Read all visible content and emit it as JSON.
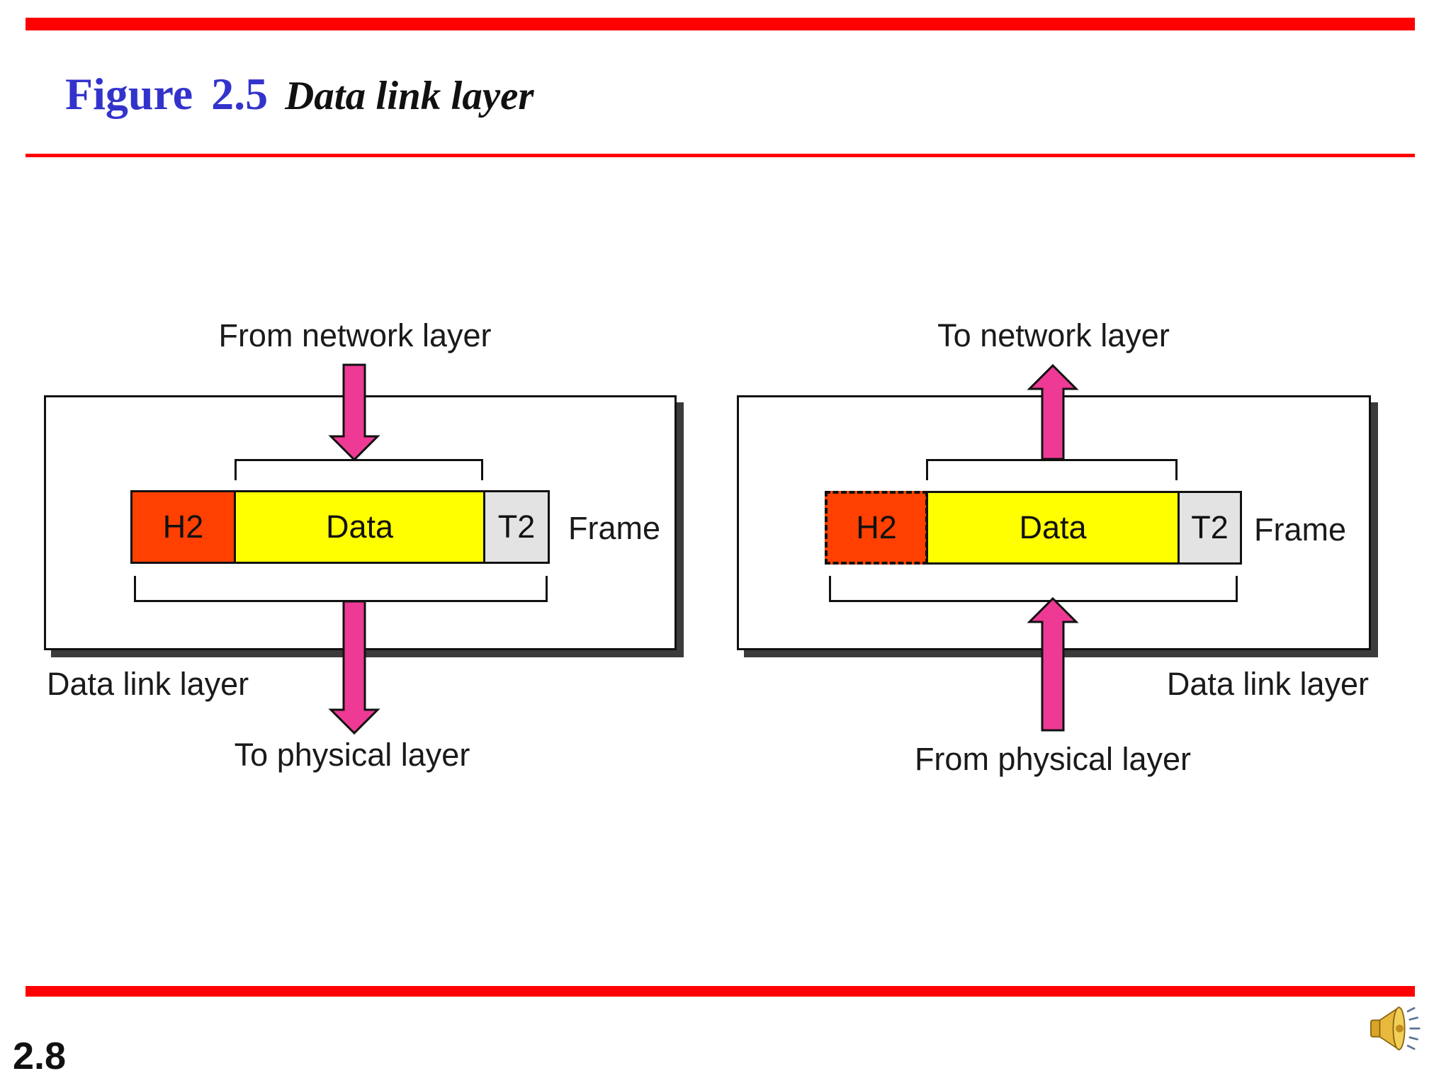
{
  "slide": {
    "figure_label": "Figure",
    "figure_number": "2.5",
    "figure_title": "Data link layer",
    "page_number": "2.8"
  },
  "colors": {
    "accent_red": "#ff0000",
    "title_blue": "#3333cc",
    "arrow_pink": "#ee3a94",
    "header_orange": "#ff4000",
    "data_yellow": "#ffff00",
    "trailer_gray": "#e3e3e3",
    "box_shadow": "#3b3b3b",
    "line_black": "#111111"
  },
  "left_diagram": {
    "top_label": "From network layer",
    "frame": {
      "segments": [
        {
          "label": "H2"
        },
        {
          "label": "Data"
        },
        {
          "label": "T2"
        }
      ],
      "label": "Frame"
    },
    "layer_label": "Data link layer",
    "bottom_label": "To physical layer"
  },
  "right_diagram": {
    "top_label": "To network layer",
    "frame": {
      "segments": [
        {
          "label": "H2"
        },
        {
          "label": "Data"
        },
        {
          "label": "T2"
        }
      ],
      "label": "Frame"
    },
    "layer_label": "Data link layer",
    "bottom_label": "From physical layer"
  },
  "footer": {
    "audio_icon": "speaker"
  }
}
